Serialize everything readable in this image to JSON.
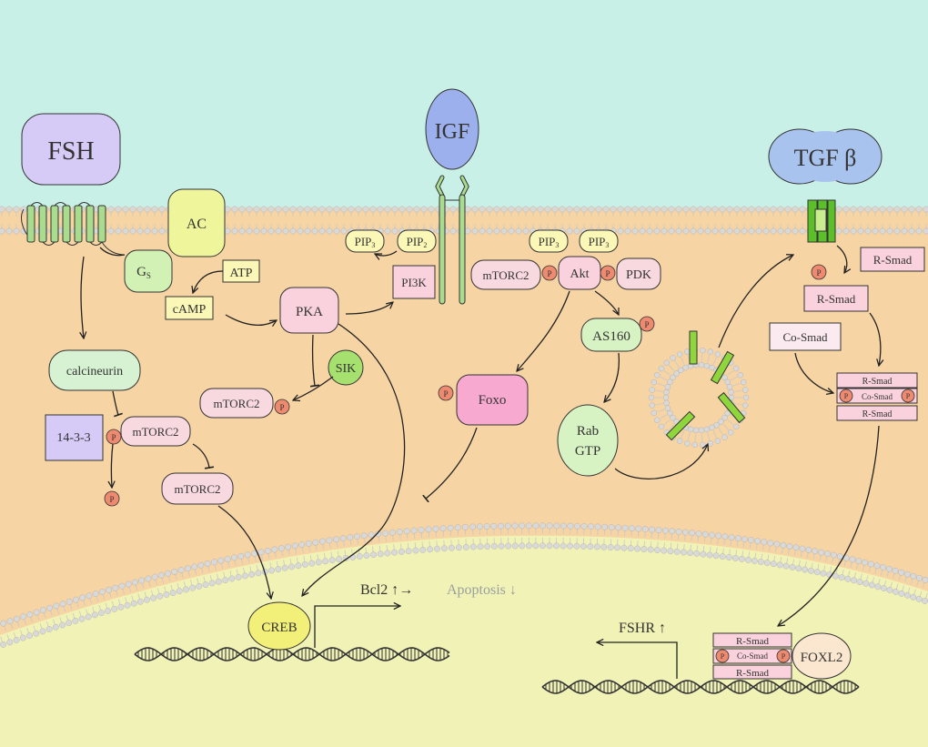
{
  "colors": {
    "extracellular": "#c9f0e6",
    "cytoplasm": "#f6d4a4",
    "nucleus": "#f1f2b6",
    "membrane": "#c8c8c8",
    "receptor_green": "#a9dc8e",
    "tgf_receptor": "#5bbf2a",
    "phospho": "#ee8a70",
    "pink_box": "#f9d2dd",
    "creb": "#f3f07a"
  },
  "ligands": {
    "fsh": "FSH",
    "igf": "IGF",
    "tgfb": "TGF β"
  },
  "camp_pathway": {
    "ac": "AC",
    "gs": "G",
    "gs_sub": "S",
    "atp": "ATP",
    "camp": "cAMP",
    "pka": "PKA",
    "sik": "SIK",
    "mtorc2_pka": "mTORC2",
    "p": "P"
  },
  "calcineurin_pathway": {
    "calcineurin": "calcineurin",
    "adaptor": "14-3-3",
    "mtorc2_bound": "mTORC2",
    "mtorc2_free": "mTORC2",
    "p": "P"
  },
  "pi3k_pathway": {
    "pip3_left": "PIP",
    "pip3_left_sub": "3",
    "pip2": "PIP",
    "pip2_sub": "2",
    "pi3k": "PI3K",
    "pip3_a": "PIP",
    "pip3_a_sub": "3",
    "pip3_b": "PIP",
    "pip3_b_sub": "3",
    "mtorc2": "mTORC2",
    "akt": "Akt",
    "pdk": "PDK",
    "as160": "AS160",
    "foxo": "Foxo",
    "rab_line1": "Rab",
    "rab_line2": "GTP",
    "p": "P"
  },
  "smad_pathway": {
    "rsmad_top": "R-Smad",
    "rsmad_p": "R-Smad",
    "cosmad": "Co-Smad",
    "complex_top": "R-Smad",
    "complex_mid": "Co-Smad",
    "complex_bottom": "R-Smad",
    "p": "P"
  },
  "nucleus": {
    "creb": "CREB",
    "bcl2": "Bcl2 ↑→",
    "apoptosis": "Apoptosis ↓",
    "fshr": "FSHR ↑",
    "n_rsmad_top": "R-Smad",
    "n_cosmad": "Co-Smad",
    "n_rsmad_bottom": "R-Smad",
    "foxl2": "FOXL2",
    "p": "P"
  }
}
